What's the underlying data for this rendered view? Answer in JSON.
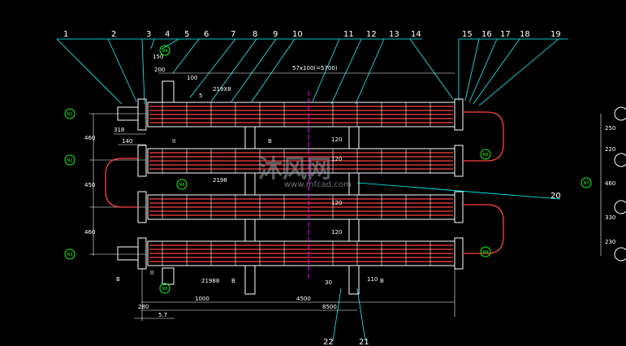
{
  "colors": {
    "background": "#000000",
    "leader": "#00ffff",
    "tube": "#ff4040",
    "shell": "#ffffff",
    "nozzle_label": "#00ff00",
    "centerline": "#ff00ff",
    "dimension": "#ffffff"
  },
  "part_numbers": {
    "top_row": [
      "1",
      "2",
      "3",
      "4",
      "5",
      "6",
      "7",
      "8",
      "9",
      "10",
      "11",
      "12",
      "13",
      "14",
      "15",
      "16",
      "17",
      "18",
      "19"
    ],
    "right_callout": "20",
    "bottom_left": "22",
    "bottom_right": "21"
  },
  "nozzle_labels": [
    "N1",
    "N2",
    "N3",
    "N4",
    "N5",
    "N6",
    "N7",
    "N8",
    "N9"
  ],
  "dimensions": {
    "tube_spec": "57x100(=5700)",
    "d_150": "150",
    "d_200": "200",
    "d_100": "100",
    "d_5": "5",
    "d_219x8": "219X8",
    "d_460_top": "460",
    "d_318": "318",
    "d_140": "140",
    "d_450": "450",
    "d_460_bottom": "460",
    "d_120_1": "120",
    "d_120_2": "120",
    "d_120_3": "120",
    "d_120_4": "120",
    "d_30": "30",
    "d_110": "110",
    "d_1000": "1000",
    "d_4500": "4500",
    "d_8500": "8500",
    "d_280": "280",
    "d_57": "5.7",
    "d_2198": "2198",
    "d_2198b": "21988",
    "right_250": "250",
    "right_220": "220",
    "right_460": "460",
    "right_330": "330",
    "right_230": "230"
  },
  "section_marks": [
    "II",
    "II",
    "B",
    "B",
    "B",
    "B"
  ],
  "watermark": {
    "brand": "沐风网",
    "url": "www.mfcad.com"
  }
}
